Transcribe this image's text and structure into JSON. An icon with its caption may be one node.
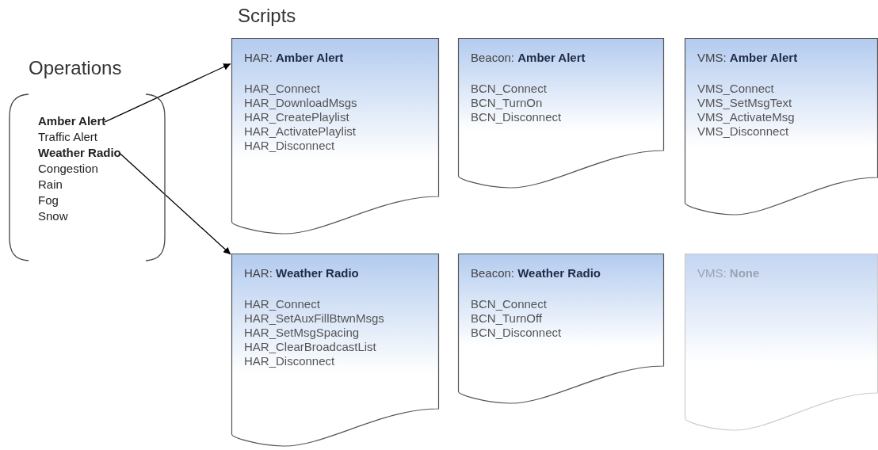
{
  "diagram": {
    "nodes": [
      {
        "text": [
          "Operations"
        ]
      },
      {
        "text": [
          "Amber Alert"
        ],
        "in": 0
      },
      {
        "text": [
          "Traffic Alert"
        ],
        "in": 0
      },
      {
        "text": [
          "Weather Radio"
        ],
        "in": 0
      },
      {
        "text": [
          "Congestion"
        ],
        "in": 0
      },
      {
        "text": [
          "Rain"
        ],
        "in": 0
      },
      {
        "text": [
          "Fog"
        ],
        "in": 0
      },
      {
        "text": [
          "Snow"
        ],
        "in": 0
      },
      {
        "text": [
          "HAR: **Amber Alert**",
          "HAR_Connect",
          "HAR_DownloadMsgs",
          "HAR_CreatePlaylist",
          "HAR_ActivatePlaylist",
          "HAR_Disconnect"
        ]
      },
      {
        "text": [
          "Beacon: **Amber Alert**",
          "BCN_Connect",
          "BCN_TurnOn",
          "BCN_Disconnect"
        ]
      },
      {
        "text": [
          "VMS: **Amber Alert**",
          "VMS_Connect",
          "VMS_SetMsgText",
          "VMS_ActivateMsg",
          "VMS_Disconnect"
        ]
      },
      {
        "text": [
          "HAR: **Weather Radio**",
          "HAR_Connect",
          "HAR_SetAuxFillBtwnMsgs",
          "HAR_SetMsgSpacing",
          "HAR_ClearBroadcastList",
          "HAR_Disconnect"
        ]
      },
      {
        "text": [
          "Beacon: **Weather Radio**",
          "BCN_Connect",
          "BCN_TurnOff",
          "BCN_Disconnect"
        ]
      },
      {
        "text": [
          "VMS: **None**"
        ]
      }
    ],
    "edges": [
      {
        "from": 1,
        "to": 8,
        "arrow": "to"
      },
      {
        "from": 3,
        "to": 11,
        "arrow": "to"
      }
    ],
    "labels": [
      "Scripts"
    ]
  }
}
